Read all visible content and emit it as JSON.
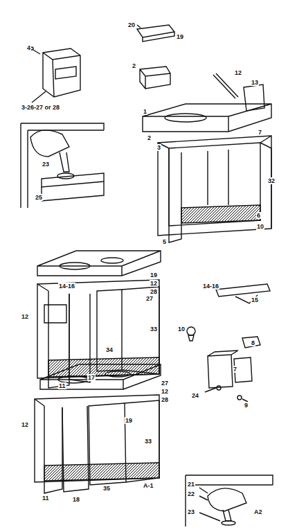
{
  "diagram": {
    "labels": [
      "20",
      "4",
      "19",
      "2",
      "12",
      "13",
      "3-26-27 or 28",
      "1",
      "2",
      "7",
      "3",
      "23",
      "25",
      "32",
      "6",
      "10",
      "5",
      "14-16",
      "19",
      "12",
      "28",
      "14-16",
      "15",
      "27",
      "12",
      "33",
      "17",
      "34",
      "10",
      "8",
      "7",
      "11",
      "24",
      "27",
      "12",
      "28",
      "9",
      "12",
      "19",
      "33",
      "21",
      "A-1",
      "35",
      "11",
      "22",
      "18",
      "A2",
      "23"
    ]
  }
}
